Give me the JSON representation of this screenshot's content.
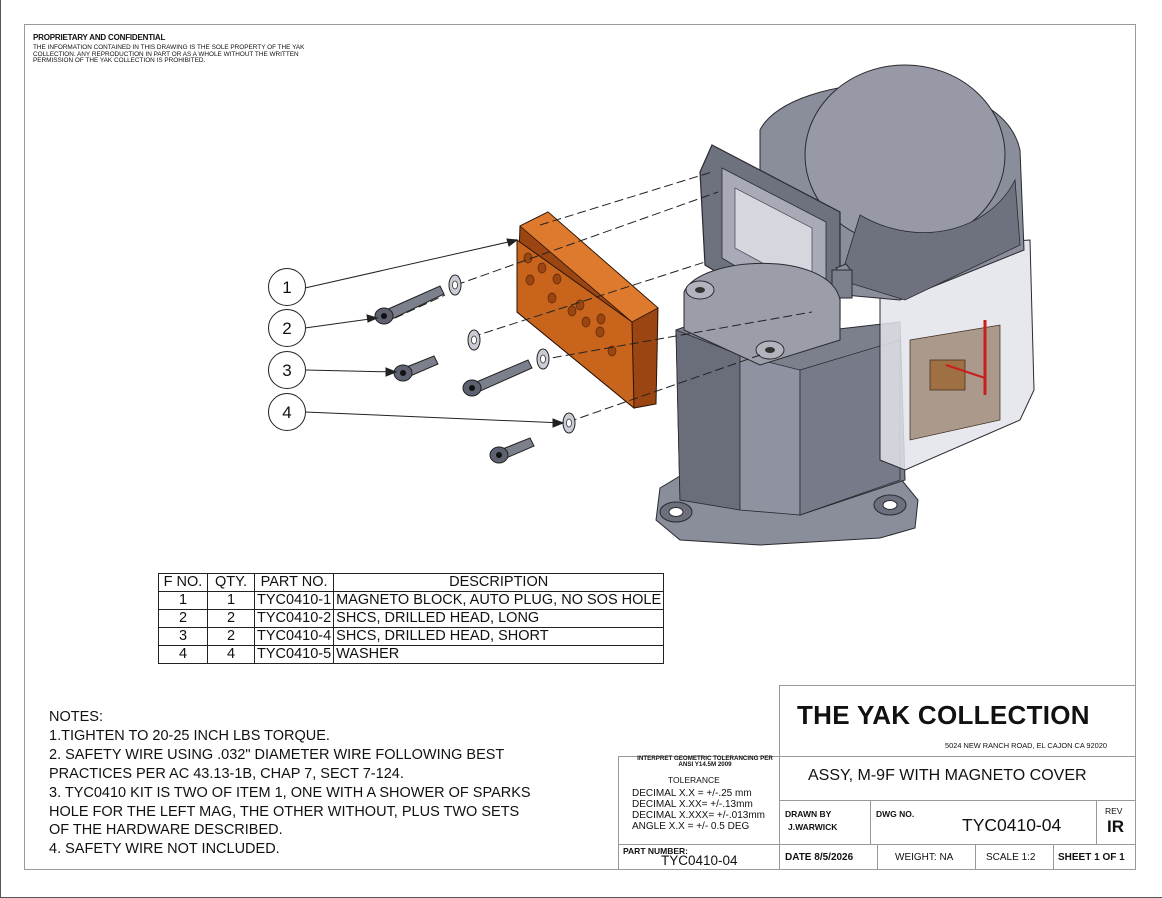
{
  "confidential": {
    "title": "PROPRIETARY AND CONFIDENTIAL",
    "body": "THE INFORMATION CONTAINED IN THIS DRAWING IS THE SOLE PROPERTY OF THE YAK COLLECTION.  ANY REPRODUCTION IN PART OR AS A WHOLE WITHOUT THE WRITTEN PERMISSION OF THE YAK COLLECTION IS PROHIBITED."
  },
  "callouts": [
    "1",
    "2",
    "3",
    "4"
  ],
  "bom": {
    "headers": [
      "F NO.",
      "QTY.",
      "PART NO.",
      "DESCRIPTION"
    ],
    "rows": [
      {
        "fno": "1",
        "qty": "1",
        "part": "TYC0410-1",
        "desc": "MAGNETO BLOCK, AUTO PLUG, NO SOS HOLE"
      },
      {
        "fno": "2",
        "qty": "2",
        "part": "TYC0410-2",
        "desc": "SHCS, DRILLED HEAD, LONG"
      },
      {
        "fno": "3",
        "qty": "2",
        "part": "TYC0410-4",
        "desc": "SHCS, DRILLED HEAD, SHORT"
      },
      {
        "fno": "4",
        "qty": "4",
        "part": "TYC0410-5",
        "desc": "WASHER"
      }
    ]
  },
  "notes": {
    "heading": "NOTES:",
    "lines": [
      "1.TIGHTEN TO 20-25 INCH LBS TORQUE.",
      "2. SAFETY WIRE USING .032\" DIAMETER WIRE FOLLOWING BEST",
      "PRACTICES PER AC 43.13-1B, CHAP 7, SECT 7-124.",
      "3. TYC0410 KIT IS TWO OF ITEM 1, ONE WITH A SHOWER OF SPARKS",
      "HOLE FOR THE LEFT MAG, THE OTHER WITHOUT, PLUS TWO SETS",
      "OF THE HARDWARE DESCRIBED.",
      "4. SAFETY WIRE NOT INCLUDED."
    ]
  },
  "title_block": {
    "company": "THE  YAK COLLECTION",
    "address": "5024 NEW RANCH ROAD, EL CAJON CA 92020",
    "title": "ASSY, M-9F WITH MAGNETO COVER",
    "interpret": "INTERPRET GEOMETRIC TOLERANCING PER  ANSI Y14.5M 2009",
    "tolerance_label": "TOLERANCE",
    "tolerances": [
      "DECIMAL X.X =  +/-.25 mm",
      "DECIMAL X.XX= +/-.13mm",
      "DECIMAL X.XXX= +/-.013mm",
      "ANGLE X.X = +/- 0.5 DEG"
    ],
    "drawn_by_label": "DRAWN BY",
    "drawn_by": "J.WARWICK",
    "dwg_no_label": "DWG NO.",
    "dwg_no": "TYC0410-04",
    "rev_label": "REV",
    "rev": "IR",
    "part_number_label": "PART NUMBER:",
    "part_number": "TYC0410-04",
    "date": "DATE  8/5/2026",
    "weight": "WEIGHT:  NA",
    "scale": "SCALE  1:2",
    "sheet": "SHEET 1 OF 1"
  },
  "colors": {
    "block": "#c8641c",
    "block_dark": "#9a4512",
    "housing": "#8a8d9a",
    "housing_dark": "#5e6170",
    "housing_light": "#a8abb7"
  }
}
